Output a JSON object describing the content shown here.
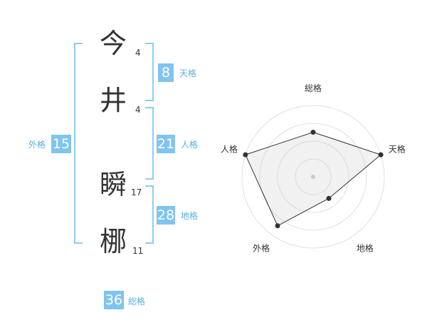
{
  "name": {
    "chars": [
      {
        "char": "今",
        "strokes": "4"
      },
      {
        "char": "井",
        "strokes": "4"
      },
      {
        "char": "瞬",
        "strokes": "17"
      },
      {
        "char": "梛",
        "strokes": "11"
      }
    ]
  },
  "scores": {
    "tenkaku": {
      "value": "8",
      "label": "天格"
    },
    "jinkaku": {
      "value": "21",
      "label": "人格"
    },
    "chikaku": {
      "value": "28",
      "label": "地格"
    },
    "gaikaku": {
      "value": "15",
      "label": "外格"
    },
    "soukaku": {
      "value": "36",
      "label": "総格"
    }
  },
  "colors": {
    "accent": "#80c4f0",
    "bracket": "#8ecdf3",
    "label": "#5ab0e6",
    "text": "#333333"
  },
  "chart_data": {
    "type": "radar",
    "axes": [
      "総格",
      "天格",
      "地格",
      "外格",
      "人格"
    ],
    "levels": 4,
    "max": 4,
    "values": [
      2.5,
      4.0,
      1.5,
      3.4,
      4.0
    ]
  }
}
